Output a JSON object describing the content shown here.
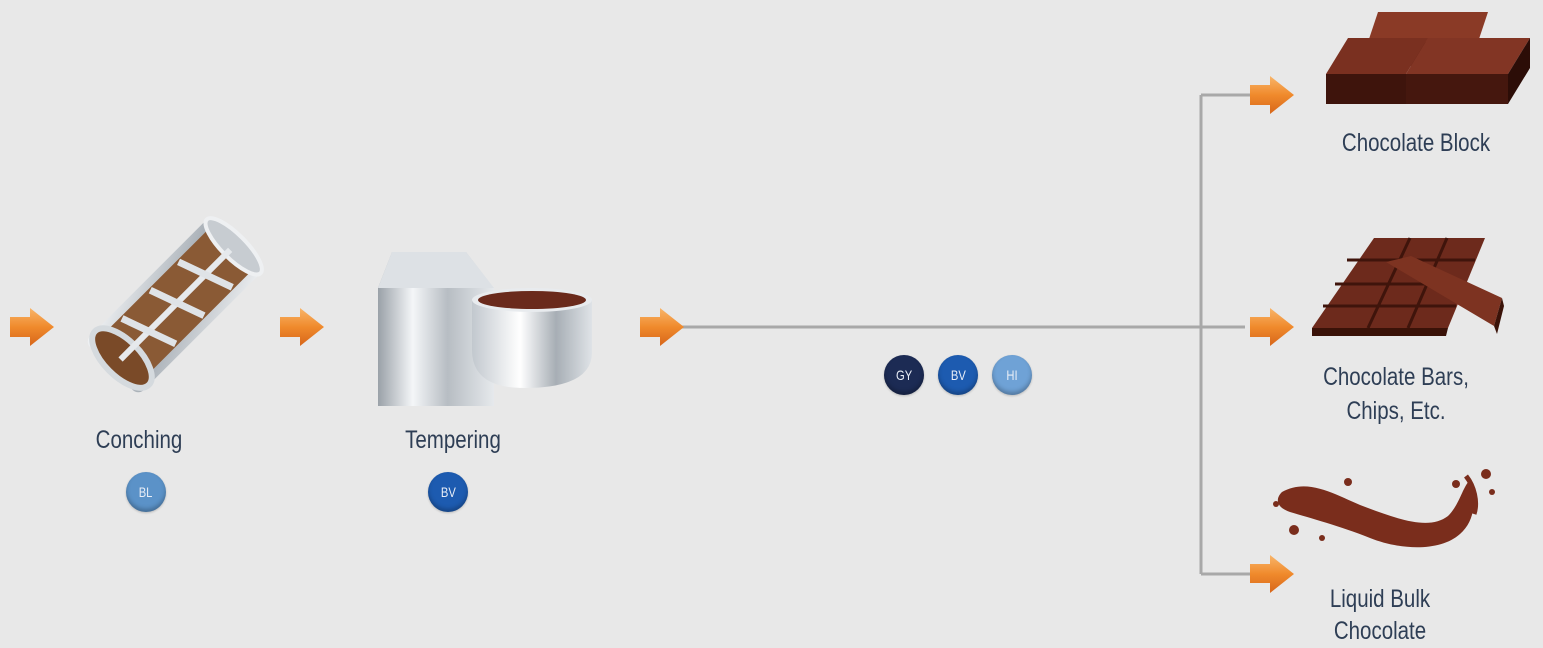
{
  "steps": {
    "conching": {
      "label": "Conching",
      "badges": [
        {
          "code": "BL",
          "color": "#5b92c8"
        }
      ]
    },
    "tempering": {
      "label": "Tempering",
      "badges": [
        {
          "code": "BV",
          "color": "#1d5bb0"
        }
      ]
    }
  },
  "line_badges": [
    {
      "code": "GY",
      "color": "#1c2b54"
    },
    {
      "code": "BV",
      "color": "#1d5bb0"
    },
    {
      "code": "HI",
      "color": "#6fa2d6"
    }
  ],
  "outputs": {
    "block": {
      "label": "Chocolate Block"
    },
    "bars": {
      "label_line1": "Chocolate Bars,",
      "label_line2": "Chips, Etc."
    },
    "liquid": {
      "label_line1": "Liquid Bulk",
      "label_line2": "Chocolate"
    }
  },
  "colors": {
    "arrow": "#f08a2c",
    "line": "#a5a5a5",
    "chocolate": "#6a2a1c",
    "steel": "#c9ced3"
  }
}
